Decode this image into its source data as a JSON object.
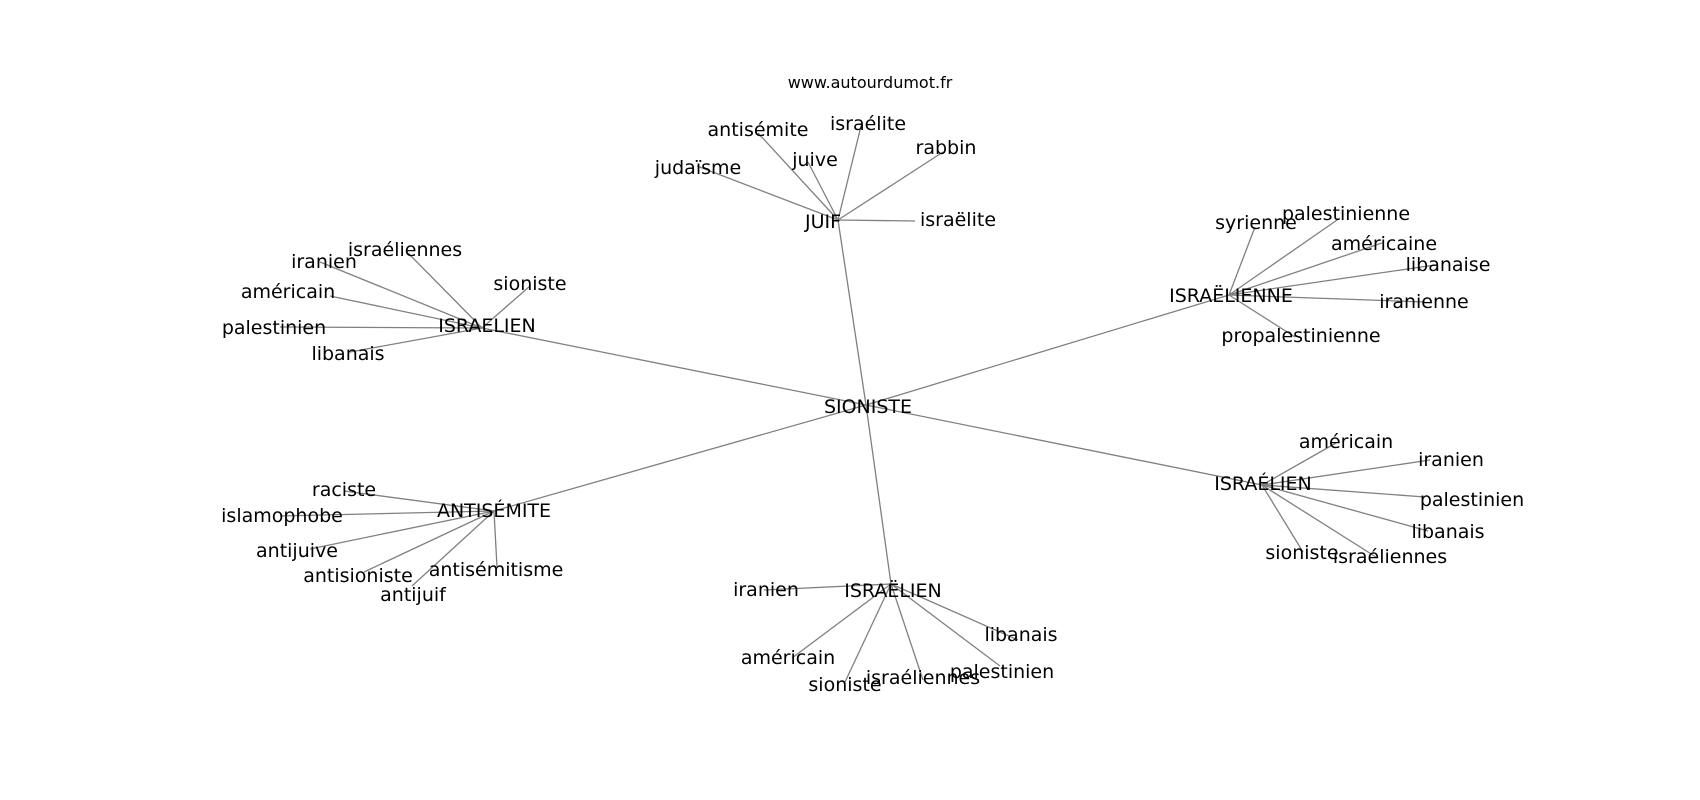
{
  "site": "www.autourdumot.fr",
  "graph": {
    "root": "SIONISTE",
    "clusters": [
      {
        "label": "JUIF",
        "children": [
          "judaïsme",
          "antisémite",
          "juive",
          "israélite",
          "rabbin",
          "israëlite"
        ]
      },
      {
        "label": "ISRAELIEN",
        "children": [
          "iranien",
          "israéliennes",
          "sioniste",
          "américain",
          "palestinien",
          "libanais"
        ]
      },
      {
        "label": "ISRAËLIENNE",
        "children": [
          "syrienne",
          "palestinienne",
          "américaine",
          "libanaise",
          "iranienne",
          "propalestinienne"
        ]
      },
      {
        "label": "ISRAÉLIEN",
        "children": [
          "américain",
          "iranien",
          "palestinien",
          "libanais",
          "israéliennes",
          "sioniste"
        ]
      },
      {
        "label": "ISRAËLIEN",
        "children": [
          "iranien",
          "libanais",
          "américain",
          "palestinien",
          "sioniste",
          "israéliennes"
        ]
      },
      {
        "label": "ANTISÉMITE",
        "children": [
          "raciste",
          "islamophobe",
          "antijuive",
          "antisioniste",
          "antijuif",
          "antisémitisme"
        ]
      }
    ]
  }
}
